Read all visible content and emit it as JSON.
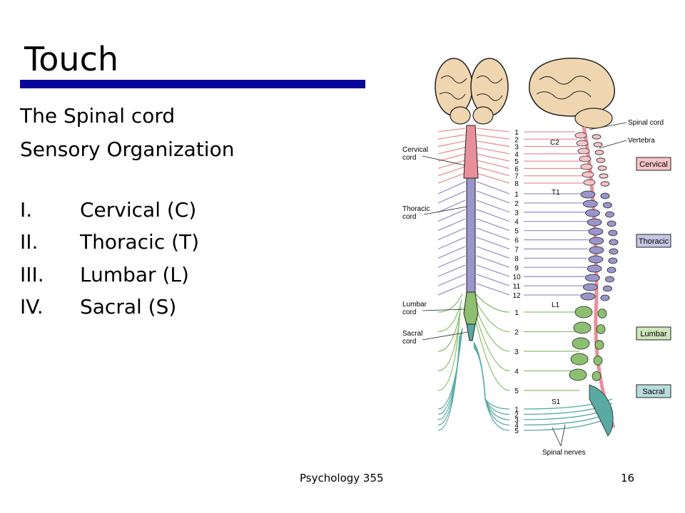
{
  "slide": {
    "title": "Touch",
    "subtitle_lines": [
      "The Spinal cord",
      "Sensory Organization"
    ],
    "list": [
      {
        "num": "I.",
        "label": "Cervical (C)"
      },
      {
        "num": "II.",
        "label": "Thoracic (T)"
      },
      {
        "num": "III.",
        "label": "Lumbar (L)"
      },
      {
        "num": "IV.",
        "label": "Sacral (S)"
      }
    ],
    "footer_center": "Psychology 355",
    "footer_page": "16"
  },
  "diagram": {
    "left_labels": {
      "cervical_cord": [
        "Cervical",
        "cord"
      ],
      "thoracic_cord": [
        "Thoracic",
        "cord"
      ],
      "lumbar_cord": [
        "Lumbar",
        "cord"
      ],
      "sacral_cord": [
        "Sacral",
        "cord"
      ]
    },
    "markers": {
      "c2": "C2",
      "t1": "T1",
      "l1": "L1",
      "s1": "S1"
    },
    "right_labels": {
      "spinal_cord": "Spinal cord",
      "vertebra": "Vertebra",
      "spinal_nerves": "Spinal nerves"
    },
    "region_boxes": {
      "cervical": "Cervical",
      "thoracic": "Thoracic",
      "lumbar": "Lumbar",
      "sacral": "Sacral"
    },
    "cervical_numbers": [
      "1",
      "2",
      "3",
      "4",
      "5",
      "6",
      "7",
      "8"
    ],
    "thoracic_numbers": [
      "1",
      "2",
      "3",
      "4",
      "5",
      "6",
      "7",
      "8",
      "9",
      "10",
      "11",
      "12"
    ],
    "lumbar_numbers": [
      "1",
      "2",
      "3",
      "4",
      "5"
    ],
    "sacral_numbers": [
      "1",
      "2",
      "3",
      "4",
      "5"
    ],
    "colors": {
      "cervical": "#e8909a",
      "thoracic": "#9a96cc",
      "lumbar": "#8cc070",
      "sacral": "#5aaaa4",
      "cervical_box": "#f6c4c8",
      "thoracic_box": "#c8c6e6",
      "lumbar_box": "#cfe6bd",
      "sacral_box": "#b8dcda",
      "brain": "#f0d6b0"
    }
  }
}
